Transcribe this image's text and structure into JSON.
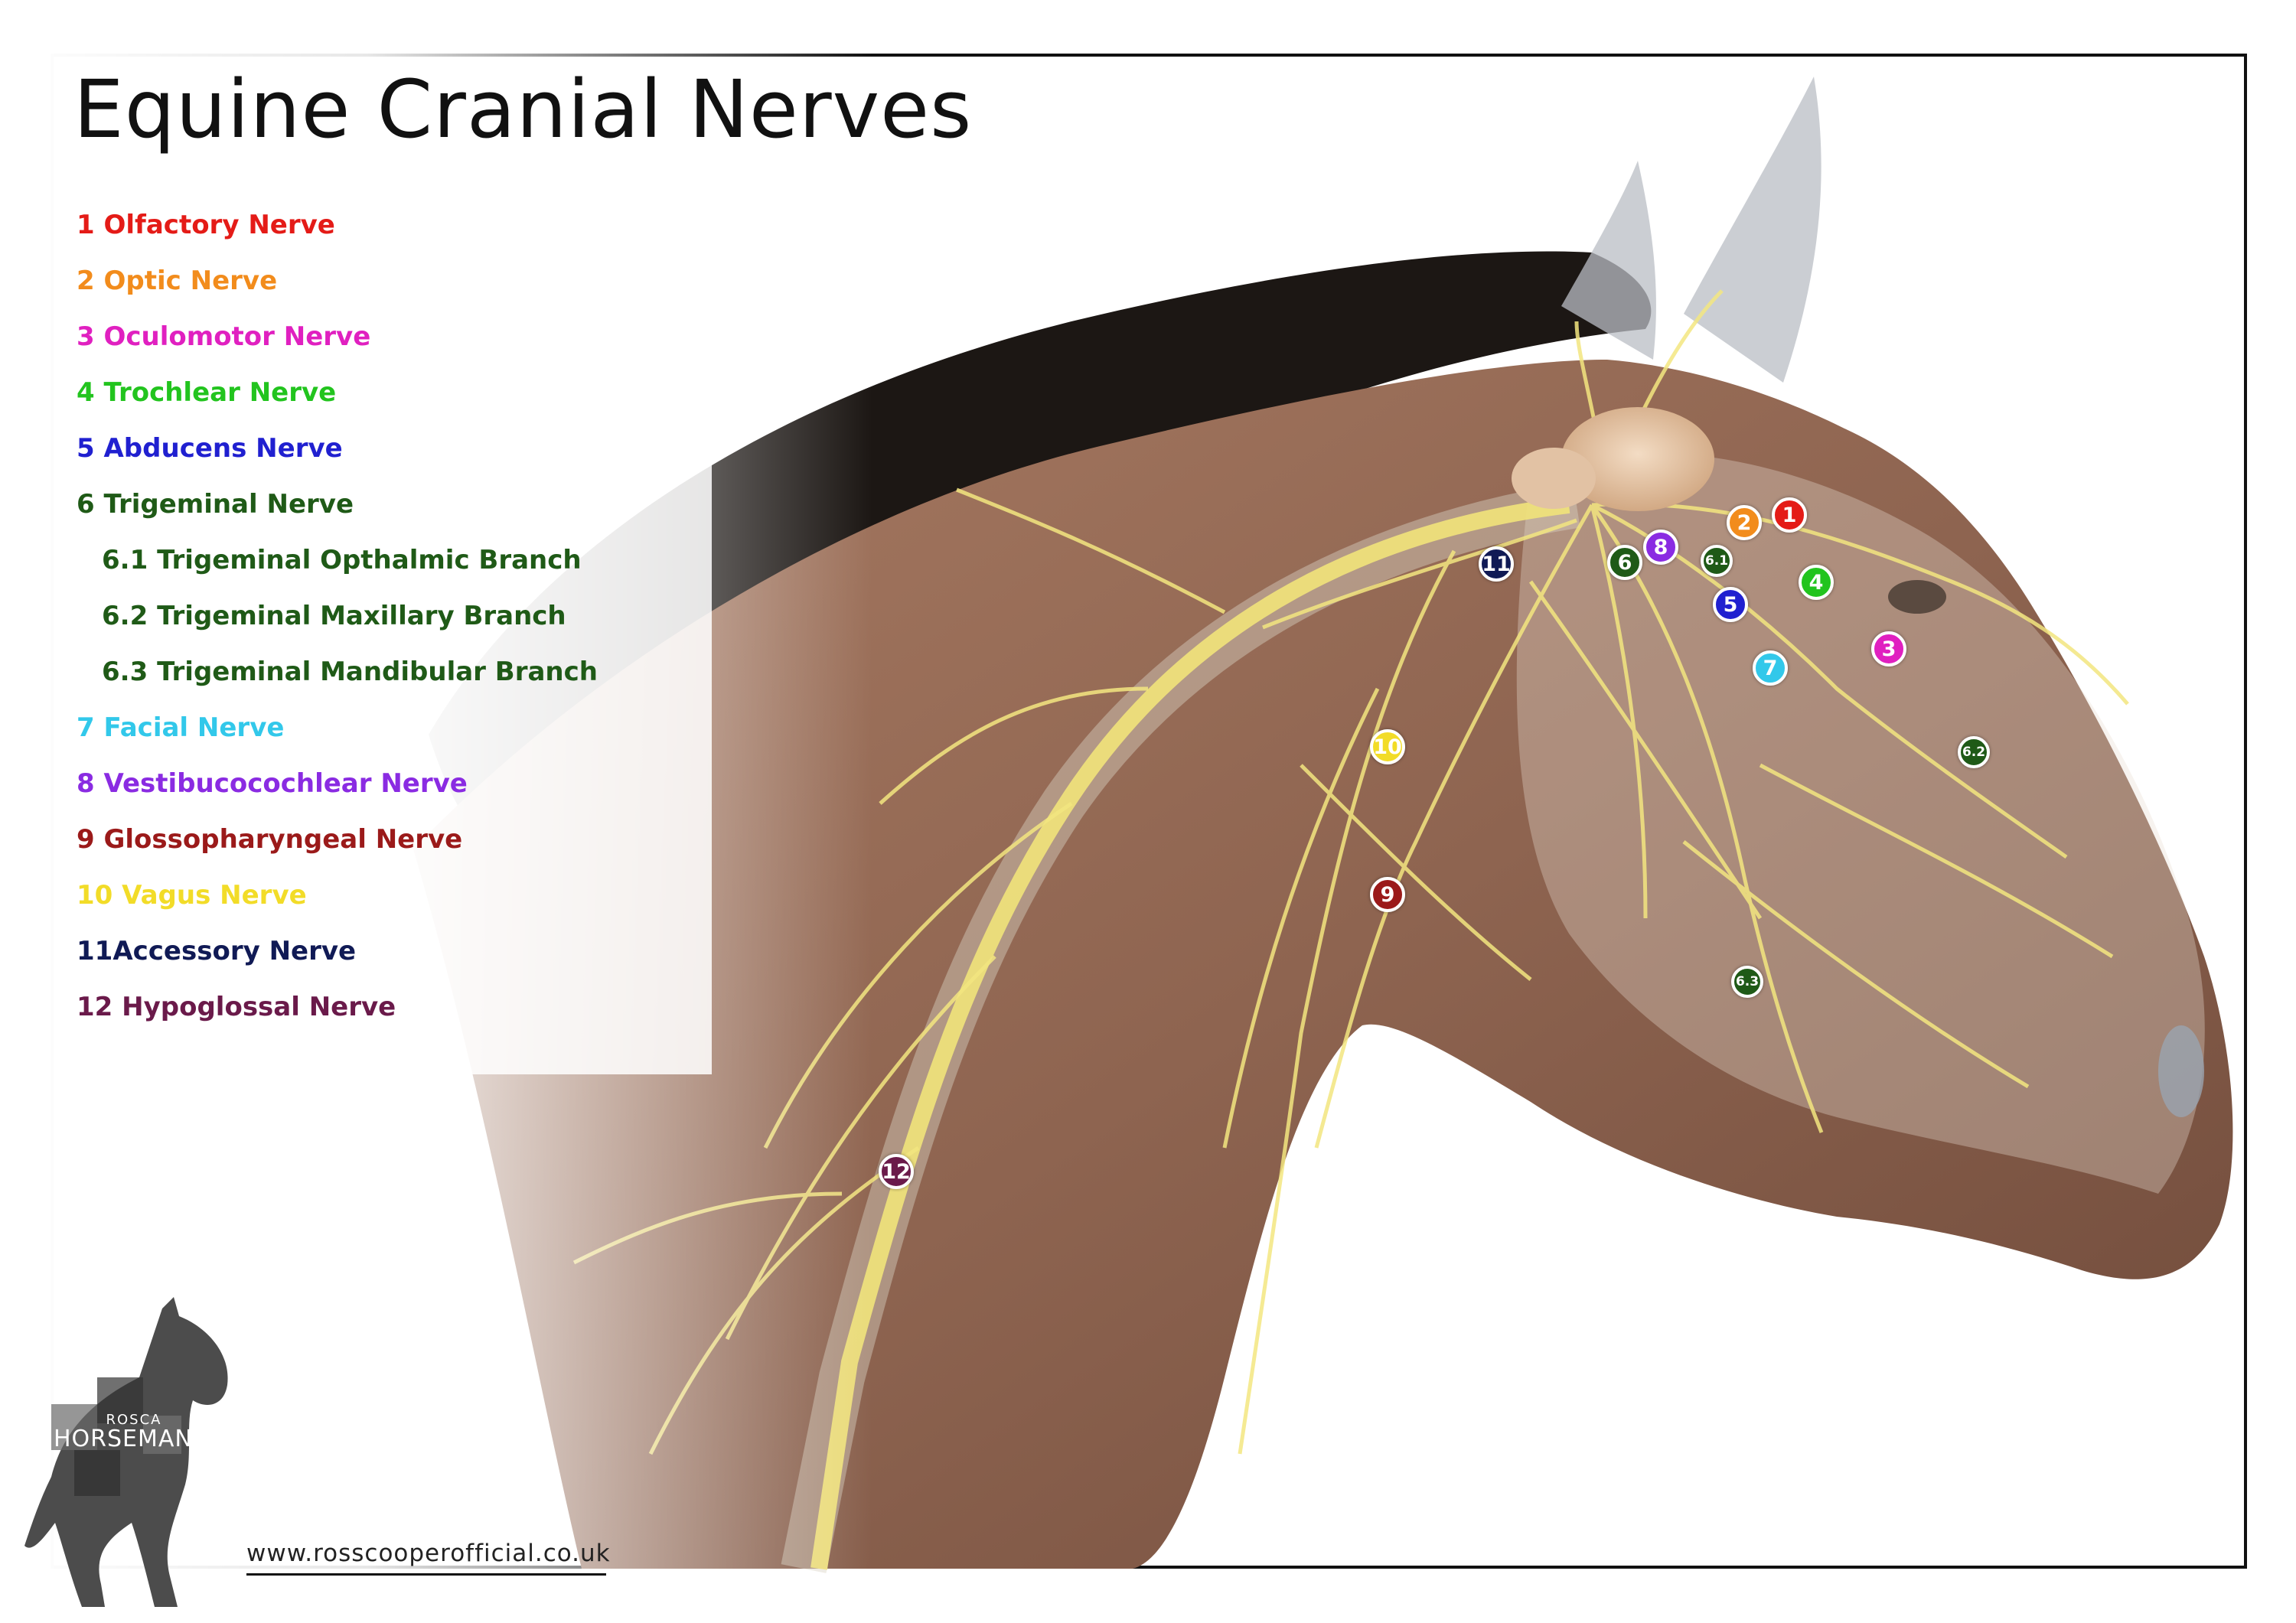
{
  "title": "Equine Cranial Nerves",
  "legend": [
    {
      "label": "1 Olfactory Nerve",
      "color": "#e41b17",
      "sub": false
    },
    {
      "label": "2 Optic Nerve",
      "color": "#f28c1c",
      "sub": false
    },
    {
      "label": "3 Oculomotor Nerve",
      "color": "#e020c0",
      "sub": false
    },
    {
      "label": "4 Trochlear Nerve",
      "color": "#22c41e",
      "sub": false
    },
    {
      "label": "5 Abducens Nerve",
      "color": "#2020d0",
      "sub": false
    },
    {
      "label": "6 Trigeminal Nerve",
      "color": "#1f5a17",
      "sub": false
    },
    {
      "label": "6.1 Trigeminal Opthalmic Branch",
      "color": "#1f5a17",
      "sub": true
    },
    {
      "label": "6.2 Trigeminal Maxillary Branch",
      "color": "#1f5a17",
      "sub": true
    },
    {
      "label": "6.3 Trigeminal Mandibular Branch",
      "color": "#1f5a17",
      "sub": true
    },
    {
      "label": "7 Facial Nerve",
      "color": "#32c8ea",
      "sub": false
    },
    {
      "label": "8 Vestibucocochlear Nerve",
      "color": "#8a2be2",
      "sub": false
    },
    {
      "label": "9 Glossopharyngeal Nerve",
      "color": "#9b1a1a",
      "sub": false
    },
    {
      "label": "10 Vagus Nerve",
      "color": "#f2dc28",
      "sub": false
    },
    {
      "label": "11Accessory Nerve",
      "color": "#101a55",
      "sub": false
    },
    {
      "label": "12 Hypoglossal Nerve",
      "color": "#6a1a4a",
      "sub": false
    }
  ],
  "markers": [
    {
      "label": "1",
      "color": "#e41b17"
    },
    {
      "label": "2",
      "color": "#f28c1c"
    },
    {
      "label": "3",
      "color": "#e020c0"
    },
    {
      "label": "4",
      "color": "#22c41e"
    },
    {
      "label": "5",
      "color": "#2020d0"
    },
    {
      "label": "6",
      "color": "#1f5a17"
    },
    {
      "label": "6.1",
      "color": "#1f5a17"
    },
    {
      "label": "6.2",
      "color": "#1f5a17"
    },
    {
      "label": "6.3",
      "color": "#1f5a17"
    },
    {
      "label": "7",
      "color": "#32c8ea"
    },
    {
      "label": "8",
      "color": "#8a2be2"
    },
    {
      "label": "9",
      "color": "#9b1a1a"
    },
    {
      "label": "10",
      "color": "#f2dc28"
    },
    {
      "label": "11",
      "color": "#101a55"
    },
    {
      "label": "12",
      "color": "#6a1a4a"
    }
  ],
  "logo": {
    "line1": "ROSCA",
    "line2": "HORSEMANSHIP"
  },
  "website": "www.rosscooperofficial.co.uk"
}
